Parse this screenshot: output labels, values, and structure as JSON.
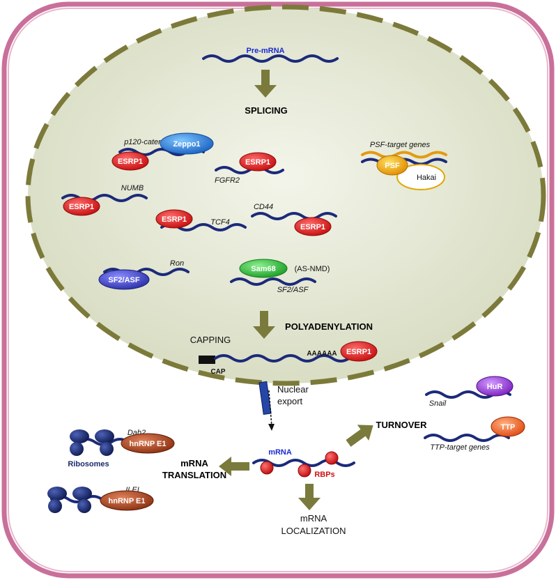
{
  "labels": {
    "pre_mrna": "Pre-mRNA",
    "splicing": "SPLICING",
    "polyadenylation": "POLYADENYLATION",
    "capping": "CAPPING",
    "cap": "CAP",
    "polya": "AAAAAA",
    "nuclear_export_line1": "Nuclear",
    "nuclear_export_line2": "export",
    "turnover": "TURNOVER",
    "mrna": "mRNA",
    "rbps": "RBPs",
    "mrna_translation_line1": "mRNA",
    "mrna_translation_line2": "TRANSLATION",
    "mrna_localization_line1": "mRNA",
    "mrna_localization_line2": "LOCALIZATION",
    "ribosomes": "Ribosomes",
    "as_nmd": "(AS-NMD)"
  },
  "genes": {
    "p120": "p120-catenin",
    "fgfr2": "FGFR2",
    "numb": "NUMB",
    "tcf4": "TCF4",
    "cd44": "CD44",
    "ron": "Ron",
    "sf2asf_gene": "SF2/ASF",
    "psf_targets": "PSF-target genes",
    "snail": "Snail",
    "ttp_targets": "TTP-target genes",
    "dab2": "Dab2",
    "ilei": "ILEI"
  },
  "proteins": {
    "zeppo1": "Zeppo1",
    "esrp1": "ESRP1",
    "psf": "PSF",
    "hakai": "Hakai",
    "sf2asf": "SF2/ASF",
    "sam68": "Sam68",
    "hur": "HuR",
    "ttp": "TTP",
    "hnrnp_e1": "hnRNP E1"
  },
  "colors": {
    "cell_border": "#c9709a",
    "cell_fill": "#ffffff",
    "nucleus_fill": "#e4e7d4",
    "nucleus_border": "#7c7a3a",
    "rna": "#1b2a7a",
    "arrow": "#7a7a3c",
    "esrp1": "#e01a1a",
    "zeppo1": "#2a7bd8",
    "sf2asf": "#3b3fc4",
    "sam68": "#2fbf3a",
    "psf": "#f2b400",
    "hur": "#8a2bd0",
    "ttp": "#f06018",
    "hnrnp": "#a0401a",
    "ribosome": "#1d2a6e",
    "rbp": "#e02020"
  }
}
